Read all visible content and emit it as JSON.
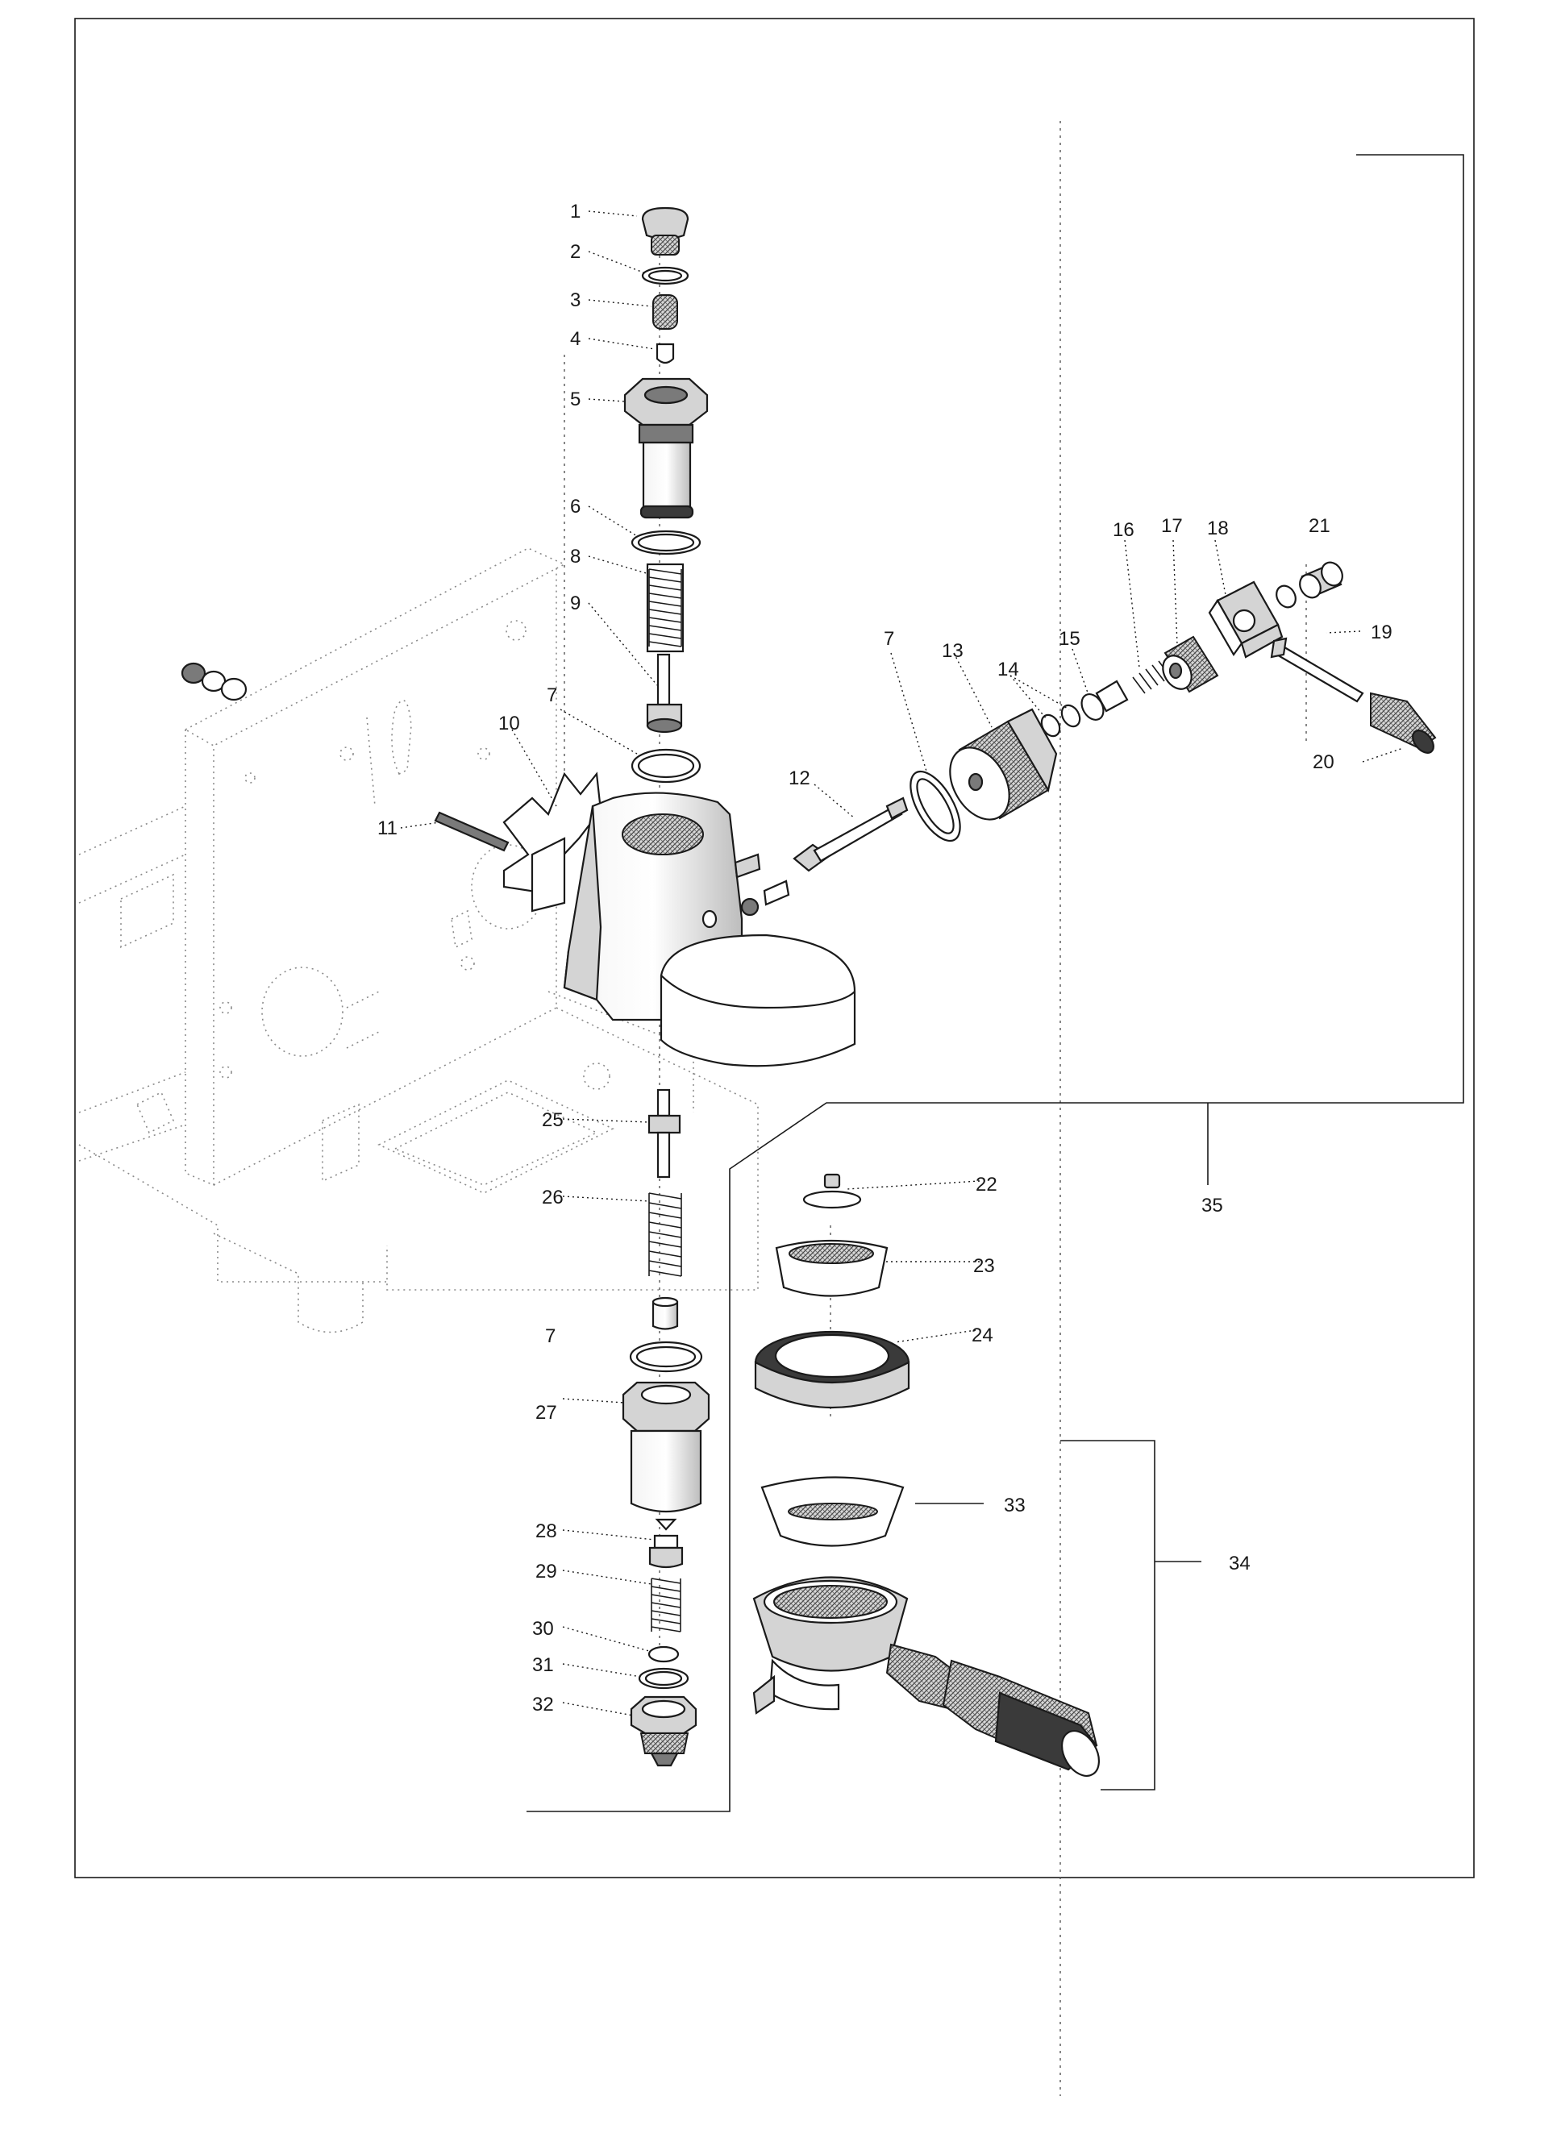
{
  "diagram": {
    "labels": [
      "1",
      "2",
      "3",
      "4",
      "5",
      "6",
      "8",
      "9",
      "7",
      "10",
      "11",
      "7",
      "12",
      "13",
      "14",
      "15",
      "16",
      "17",
      "18",
      "21",
      "19",
      "20",
      "25",
      "35",
      "22",
      "23",
      "26",
      "24",
      "7",
      "27",
      "33",
      "34",
      "28",
      "29",
      "30",
      "31",
      "32"
    ]
  }
}
